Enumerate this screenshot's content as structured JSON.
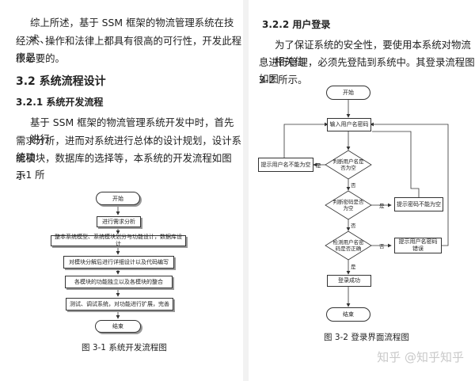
{
  "left": {
    "intro_lines": [
      "综上所述，基于 SSM 框架的物流管理系统在技术、",
      "经济、操作和法律上都具有很高的可行性，开发此程序是",
      "很必要的。"
    ],
    "section_title": "3.2 系统流程设计",
    "subsection_title": "3.2.1 系统开发流程",
    "body_lines": [
      "基于 SSM 框架的物流管理系统开发中时，首先进行",
      "需求分析，进而对系统进行总体的设计规划，设计系统功",
      "能模块，数据库的选择等，本系统的开发流程如图 3-1 所",
      "示"
    ],
    "figure": {
      "start": "开始",
      "steps": [
        "进行需求分析",
        "整本系统模型、系统模块划分与功能设计，数据库设计",
        "对模块分解后进行详细设计以及代码编写",
        "各模块的功能独立以及各模块的整合",
        "测试、调试系统，对功能进行扩展，完善"
      ],
      "end": "结束",
      "caption": "图 3-1 系统开发流程图"
    }
  },
  "right": {
    "subsection_title": "3.2.2 用户登录",
    "body_lines": [
      "为了保证系统的安全性，要使用本系统对物流相关信",
      "息进行管理，必须先登陆到系统中。其登录流程图如图",
      "3-2 所示。"
    ],
    "figure": {
      "start": "开始",
      "input": "输入用户名密码",
      "decision1": "判断用户名是否为空",
      "decision2": "判断密码是否为空",
      "decision3": "检测用户名密码是否正确",
      "err1": "提示用户名不能为空",
      "err2": "提示密码不能为空",
      "err3": "提示用户名密码错误",
      "success": "登录成功",
      "end": "结束",
      "yes": "是",
      "no": "否",
      "caption": "图 3-2 登录界面流程图"
    }
  },
  "watermark": "知乎 @知乎知乎"
}
